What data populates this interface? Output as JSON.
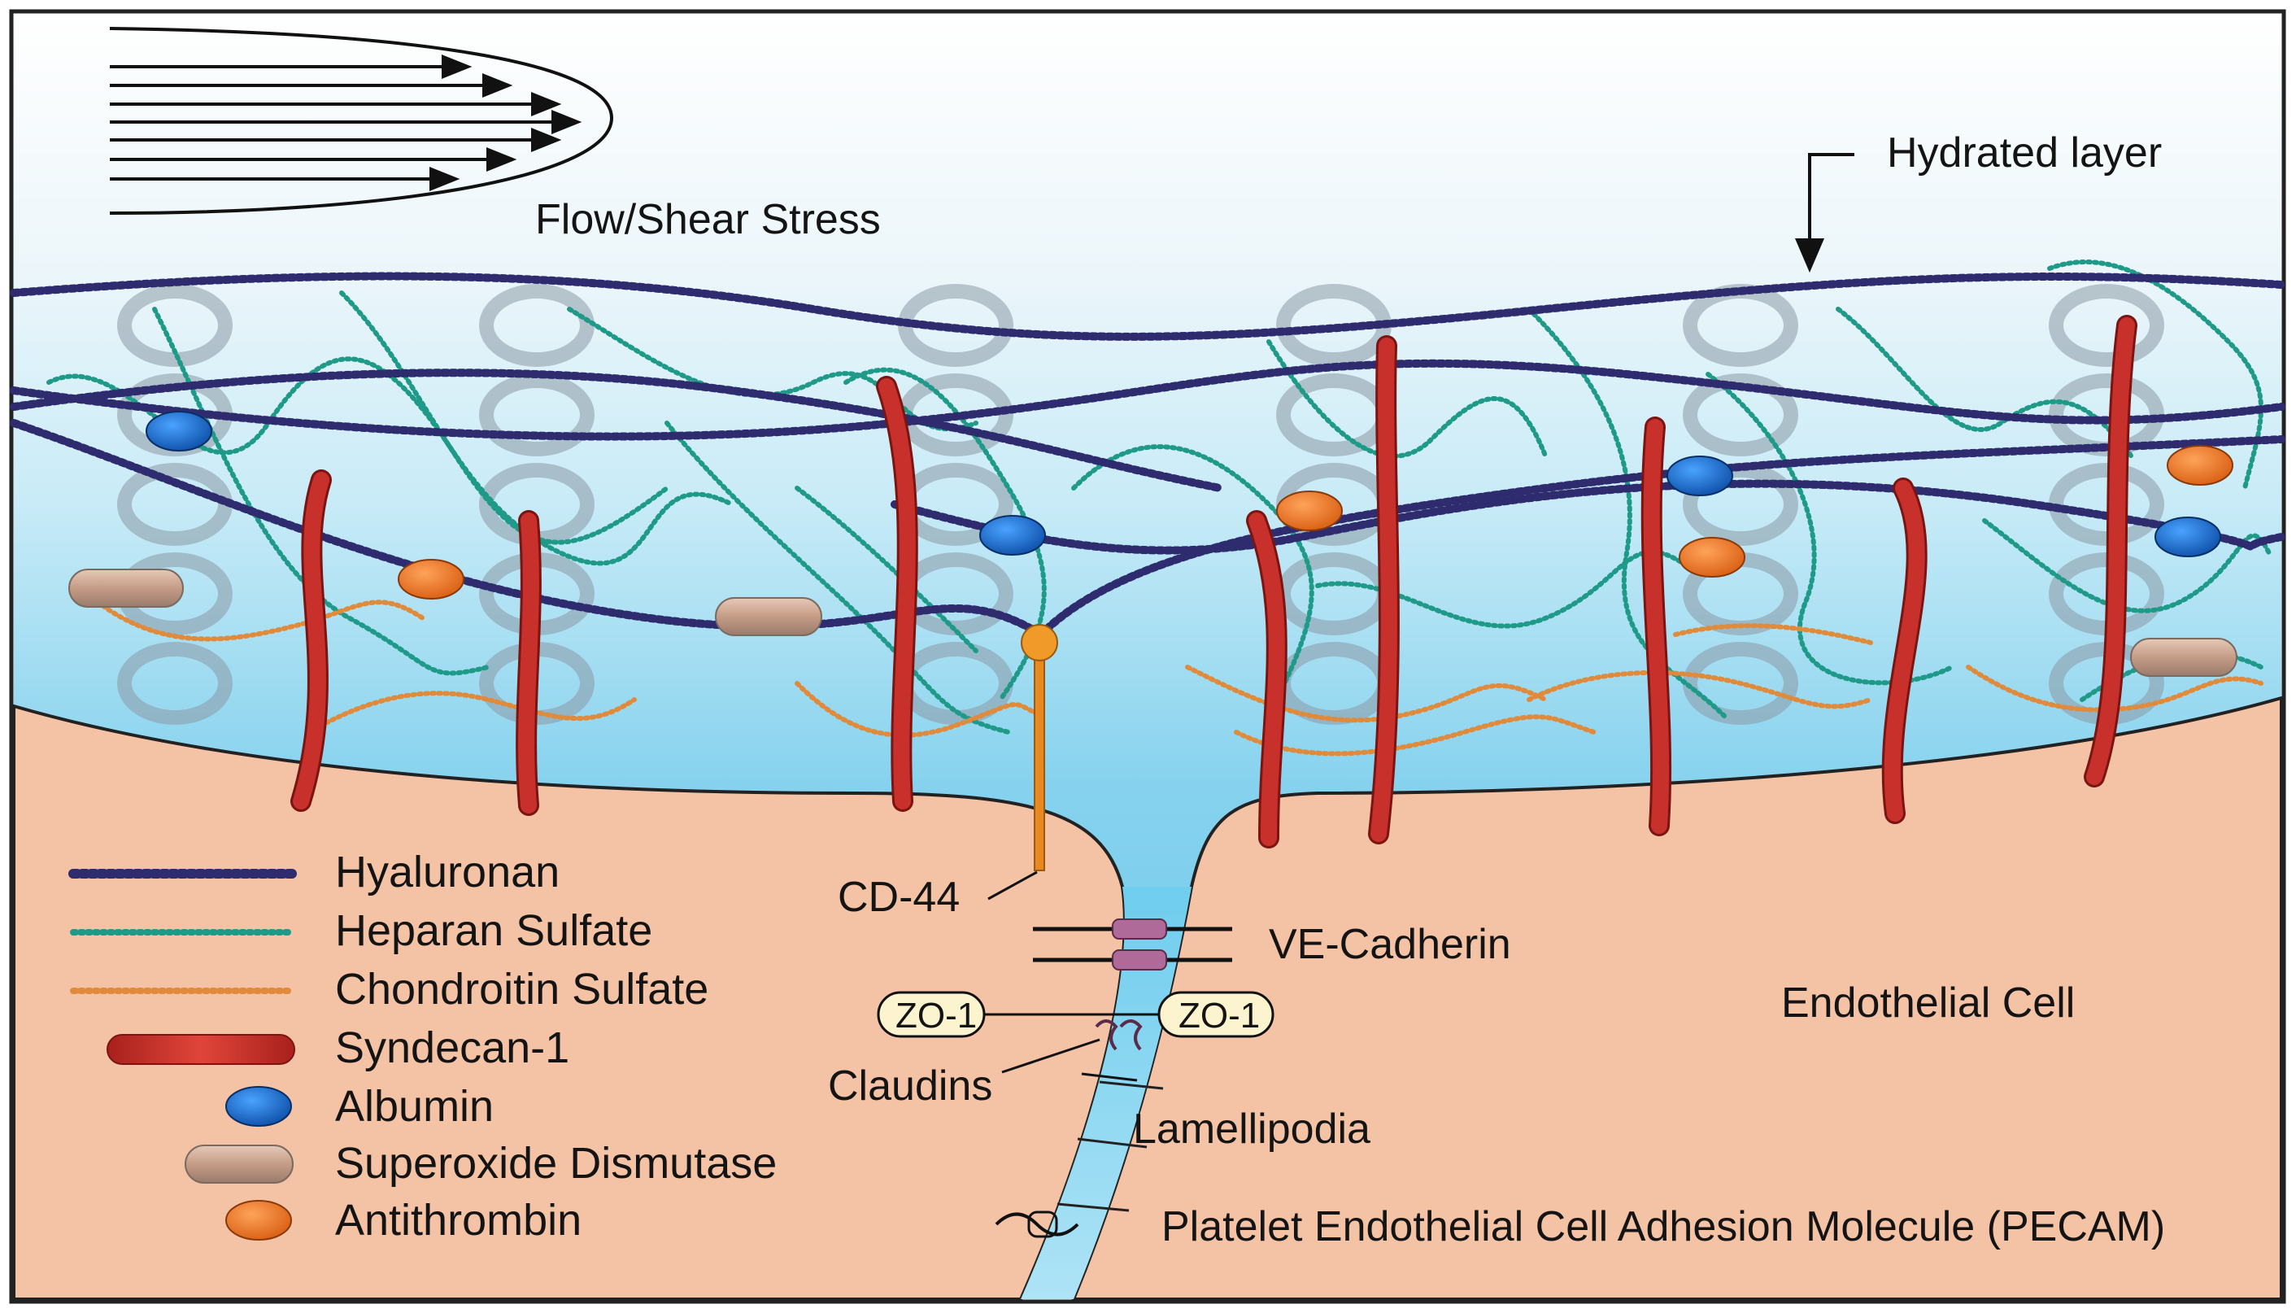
{
  "flow": {
    "label": "Flow/Shear Stress"
  },
  "hydrated_layer": {
    "label": "Hydrated layer"
  },
  "junction": {
    "cd44": "CD-44",
    "ve_cadherin": "VE-Cadherin",
    "zo1_left": "ZO-1",
    "zo1_right": "ZO-1",
    "claudins": "Claudins",
    "lamellipodia": "Lamellipodia",
    "pecam": "Platelet Endothelial Cell Adhesion Molecule (PECAM)"
  },
  "cell": {
    "label": "Endothelial Cell"
  },
  "legend": {
    "hyaluronan": "Hyaluronan",
    "heparan_sulfate": "Heparan Sulfate",
    "chondroitin_sulfate": "Chondroitin Sulfate",
    "syndecan": "Syndecan-1",
    "albumin": "Albumin",
    "superoxide_dismutase": "Superoxide Dismutase",
    "antithrombin": "Antithrombin"
  },
  "colors": {
    "hyaluronan": "#2e2b6e",
    "heparan_sulfate": "#1f9a88",
    "chondroitin_sulfate": "#e08a3c",
    "syndecan": "#c8302b",
    "albumin": "#1565c0",
    "antithrombin": "#e8701e",
    "superoxide_dismutase": "#c9a08a",
    "cell": "#f4c3a6",
    "glycocalyx": "#7fd1ec"
  }
}
